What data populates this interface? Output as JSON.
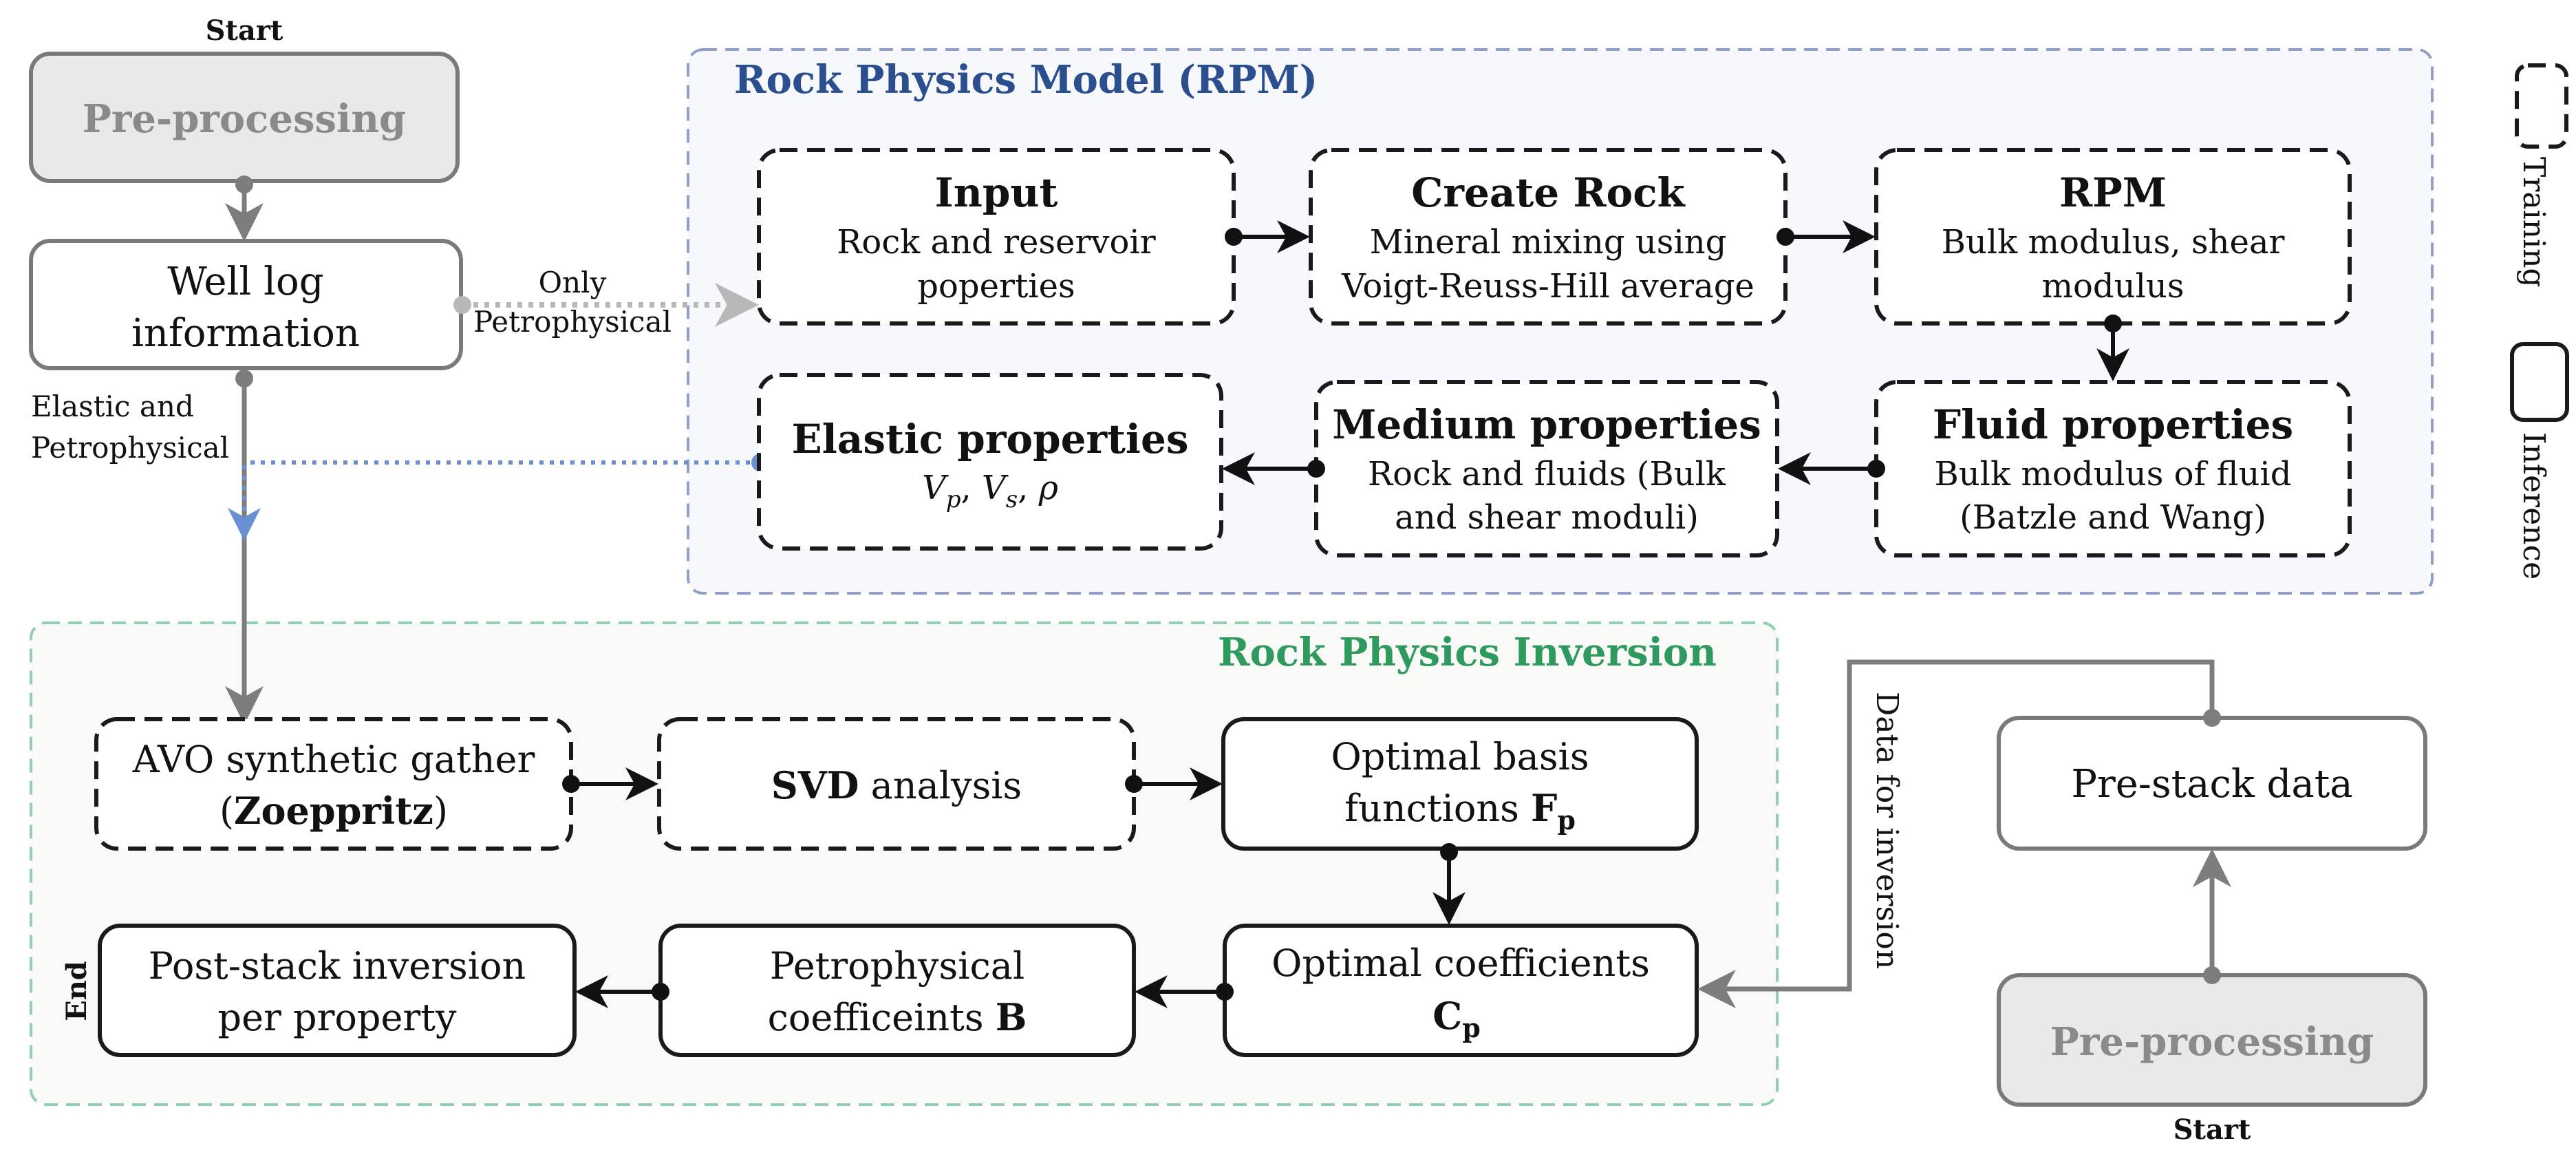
{
  "colors": {
    "rpm_title": "#2b4f8e",
    "rpi_title": "#2e9a5e",
    "rpm_panel_fill": "#f6f8fc",
    "rpm_panel_stroke": "#8fa0c4",
    "rpi_panel_fill": "#f9f9f7",
    "rpi_panel_stroke": "#8fd0ae",
    "grey_box_text": "#8a8a8a",
    "blue_dotted": "#6a90d4",
    "grey_dotted": "#b8b8b8"
  },
  "left_flow": {
    "start_label": "Start",
    "preprocessing": "Pre-processing",
    "well_log_line1": "Well log",
    "well_log_line2": "information",
    "only_line1": "Only",
    "only_line2": "Petrophysical",
    "elastic_line1": "Elastic and",
    "elastic_line2": "Petrophysical"
  },
  "rpm": {
    "title": "Rock Physics Model (RPM)",
    "input": {
      "title": "Input",
      "line1": "Rock and reservoir",
      "line2": "poperties"
    },
    "create_rock": {
      "title": "Create Rock",
      "line1": "Mineral mixing using",
      "line2": "Voigt-Reuss-Hill average"
    },
    "rpm_box": {
      "title": "RPM",
      "line1": "Bulk modulus, shear",
      "line2": "modulus"
    },
    "elastic": {
      "title": "Elastic properties",
      "vp": "V",
      "vp_sub": "p",
      "comma1": ", ",
      "vs": "V",
      "vs_sub": "s",
      "comma2": ", ",
      "rho": "ρ"
    },
    "medium": {
      "title": "Medium properties",
      "line1": "Rock and fluids (Bulk",
      "line2": "and shear moduli)"
    },
    "fluid": {
      "title": "Fluid properties",
      "line1": "Bulk modulus of fluid",
      "line2": "(Batzle and Wang)"
    }
  },
  "rpi": {
    "title": "Rock Physics Inversion",
    "avo": {
      "line1": "AVO synthetic gather",
      "paren_open": "(",
      "bold": "Zoeppritz",
      "paren_close": ")"
    },
    "svd": {
      "bold": "SVD",
      "rest": " analysis"
    },
    "basis": {
      "line1": "Optimal basis",
      "line2_text": "functions ",
      "line2_bold": "F",
      "line2_sub": "p"
    },
    "coeff": {
      "line1": "Optimal coefficients",
      "line2_bold": "C",
      "line2_sub": "p"
    },
    "petro": {
      "line1": "Petrophysical",
      "line2_text": "coefficeints ",
      "line2_bold": "B"
    },
    "post": {
      "line1": "Post-stack inversion",
      "line2": "per property"
    },
    "end_label": "End"
  },
  "right_flow": {
    "prestack": "Pre-stack data",
    "preprocessing": "Pre-processing",
    "start_label": "Start",
    "data_for_inversion": "Data for inversion"
  },
  "legend": {
    "training": "Training",
    "inference": "Inference"
  }
}
